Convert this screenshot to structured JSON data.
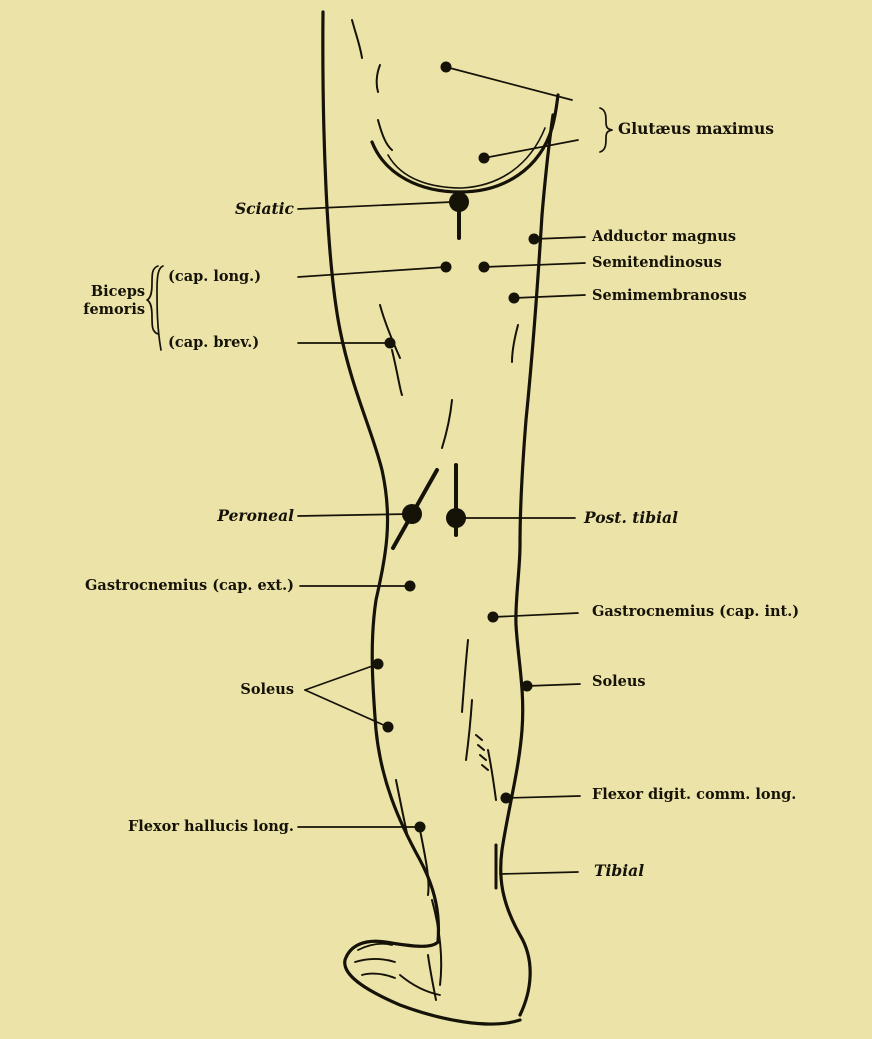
{
  "labels": {
    "gluteus_maximus": "Glutæus maximus",
    "sciatic": "Sciatic",
    "adductor_magnus": "Adductor magnus",
    "semitendinosus": "Semitendinosus",
    "semimembranosus": "Semimembranosus",
    "biceps_line1": "Biceps",
    "biceps_line2": "femoris",
    "cap_long": "(cap. long.)",
    "cap_brev": "(cap. brev.)",
    "peroneal": "Peroneal",
    "post_tibial": "Post. tibial",
    "gastro_ext": "Gastrocnemius (cap. ext.)",
    "gastro_int": "Gastrocnemius (cap. int.)",
    "soleus_left": "Soleus",
    "soleus_right": "Soleus",
    "flexor_digit": "Flexor digit. comm. long.",
    "flexor_hallucis": "Flexor hallucis long.",
    "tibial": "Tibial"
  },
  "colors": {
    "paper": "#ebe3a8",
    "ink": "#151208"
  }
}
